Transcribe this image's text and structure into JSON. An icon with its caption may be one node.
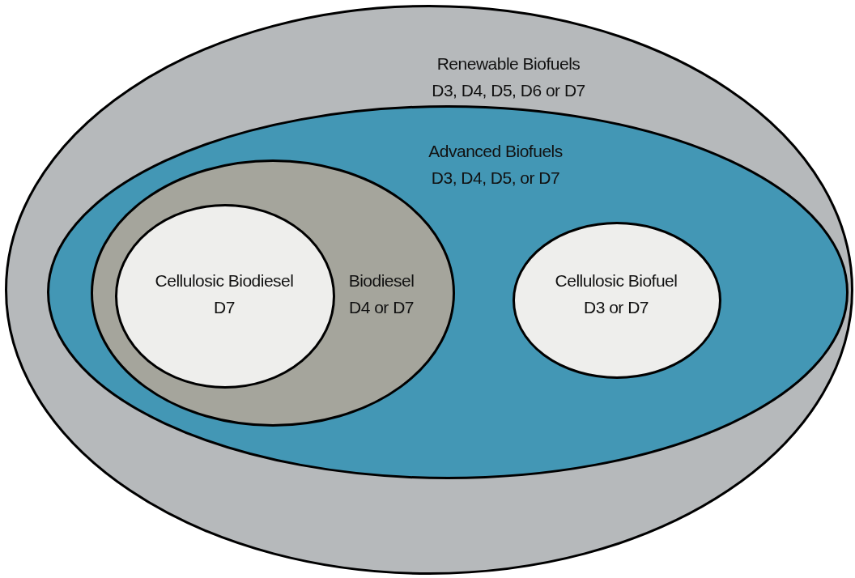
{
  "diagram": {
    "nodes": [
      {
        "text": [
          "Renewable Biofuels",
          "D3, D4, D5, D6 or D7"
        ]
      },
      {
        "text": [
          "Advanced Biofuels",
          "D3, D4, D5, or D7"
        ],
        "in": 0
      },
      {
        "text": [
          "Biodiesel",
          "D4 or D7"
        ],
        "in": 1
      },
      {
        "text": [
          "Cellulosic Biodiesel",
          "D7"
        ],
        "in": 2
      },
      {
        "text": [
          "Cellulosic Biofuel",
          "D3 or D7"
        ],
        "in": 1
      }
    ]
  }
}
